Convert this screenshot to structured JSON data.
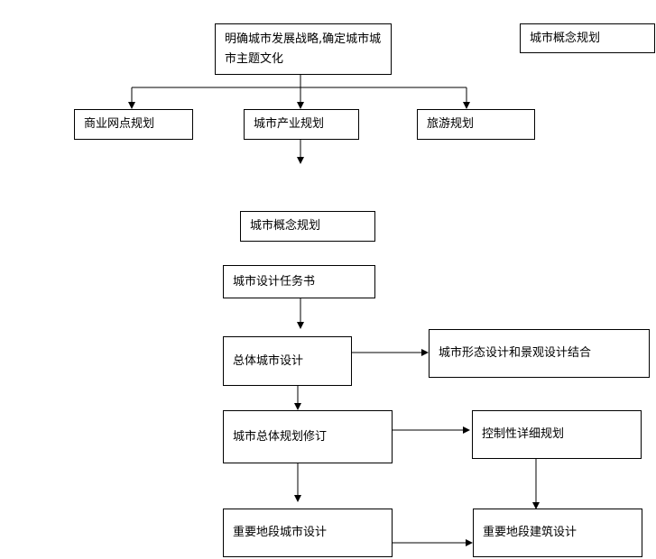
{
  "boxes": {
    "strategy": "明确城市发展战略,确定城市城市主题文化",
    "concept_title": "城市概念规划",
    "commercial": "商业网点规划",
    "industry": "城市产业规划",
    "tourism": "旅游规划",
    "concept": "城市概念规划",
    "taskbook": "城市设计任务书",
    "overall_design": "总体城市设计",
    "form_landscape": "城市形态设计和景观设计结合",
    "master_revision": "城市总体规划修订",
    "detailed_control": "控制性详细规划",
    "key_urban_design": "重要地段城市设计",
    "key_arch_design": "重要地段建筑设计"
  }
}
